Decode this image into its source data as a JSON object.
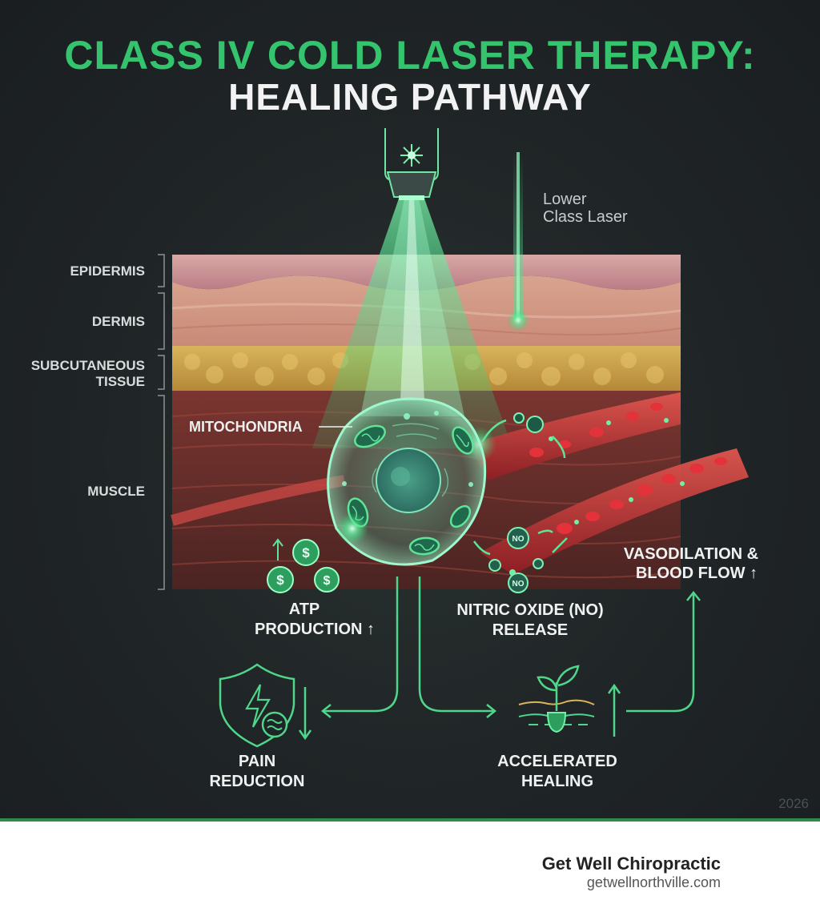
{
  "title": {
    "line1": "CLASS IV COLD LASER THERAPY:",
    "line2": "HEALING PATHWAY"
  },
  "laser": {
    "secondary_label_line1": "Lower",
    "secondary_label_line2": "Class Laser"
  },
  "layers": [
    {
      "id": "epidermis",
      "label_lines": [
        "EPIDERMIS"
      ]
    },
    {
      "id": "dermis",
      "label_lines": [
        "DERMIS"
      ]
    },
    {
      "id": "subcutaneous",
      "label_lines": [
        "SUBCUTANEOUS",
        "TISSUE"
      ]
    },
    {
      "id": "muscle",
      "label_lines": [
        "MUSCLE"
      ]
    }
  ],
  "callouts": {
    "mitochondria": "MITOCHONDRIA",
    "atp_line1": "ATP",
    "atp_line2": "PRODUCTION ↑",
    "nitric_line1": "NITRIC OXIDE (NO)",
    "nitric_line2": "RELEASE",
    "vaso_line1": "VASODILATION &",
    "vaso_line2": "BLOOD FLOW ↑",
    "no_badge": "NO",
    "pain_line1": "PAIN",
    "pain_line2": "REDUCTION",
    "healing_line1": "ACCELERATED",
    "healing_line2": "HEALING"
  },
  "icons": {
    "laser": "laser-emitter-icon",
    "atp": "coin-icon",
    "pain": "shield-lightning-icon",
    "healing": "sprout-icon"
  },
  "colors": {
    "accent_green": "#34c46e",
    "background": "#1f2426",
    "blood": "#c8323c"
  },
  "year": "2026",
  "footer": {
    "name": "Get Well Chiropractic",
    "url": "getwellnorthville.com"
  }
}
